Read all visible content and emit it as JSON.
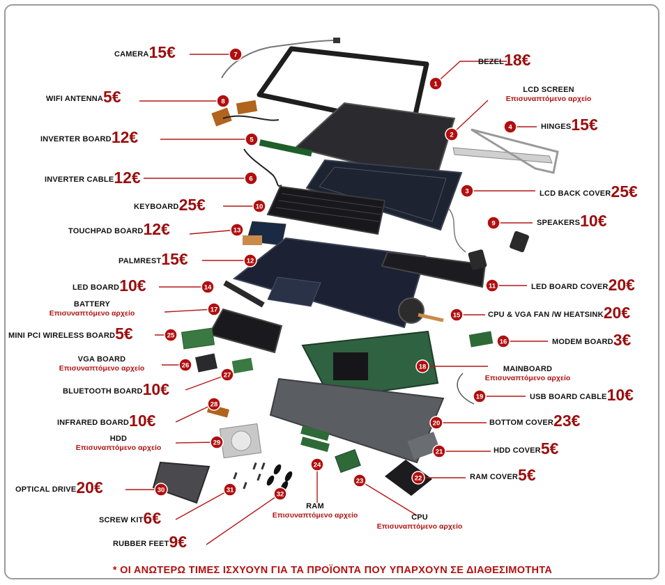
{
  "footer": "* ΟΙ ΑΝΩΤΕΡΩ ΤΙΜΕΣ ΙΣΧΥΟΥΝ ΓΙΑ ΤΑ ΠΡΟΪΟΝΤΑ ΠΟΥ ΥΠΑΡΧΟΥΝ ΣΕ ΔΙΑΘΕΣΙΜΟΤΗΤΑ",
  "colors": {
    "accent": "#9b0d0d",
    "marker": "#b00f0f",
    "line": "#b31515",
    "text": "#111111"
  },
  "parts": [
    {
      "num": "1",
      "name": "BEZEL",
      "price": "18€"
    },
    {
      "num": "2",
      "name": "LCD SCREEN",
      "note": "Επισυναπτόμενο αρχείο"
    },
    {
      "num": "3",
      "name": "LCD BACK COVER",
      "price": "25€"
    },
    {
      "num": "4",
      "name": "HINGES",
      "price": "15€"
    },
    {
      "num": "5",
      "name": "INVERTER BOARD",
      "price": "12€"
    },
    {
      "num": "6",
      "name": "INVERTER CABLE",
      "price": "12€"
    },
    {
      "num": "7",
      "name": "CAMERA",
      "price": "15€"
    },
    {
      "num": "8",
      "name": "WIFI ANTENNA",
      "price": "5€"
    },
    {
      "num": "9",
      "name": "SPEAKERS",
      "price": "10€"
    },
    {
      "num": "10",
      "name": "KEYBOARD",
      "price": "25€"
    },
    {
      "num": "11",
      "name": "LED BOARD COVER",
      "price": "20€"
    },
    {
      "num": "12",
      "name": "PALMREST",
      "price": "15€"
    },
    {
      "num": "13",
      "name": "TOUCHPAD BOARD",
      "price": "12€"
    },
    {
      "num": "14",
      "name": "LED BOARD",
      "price": "10€"
    },
    {
      "num": "15",
      "name": "CPU & VGA FAN /W HEATSINK",
      "price": "20€"
    },
    {
      "num": "16",
      "name": "MODEM BOARD",
      "price": "3€"
    },
    {
      "num": "17",
      "name": "BATTERY",
      "note": "Επισυναπτόμενο αρχείο"
    },
    {
      "num": "18",
      "name": "MAINBOARD",
      "note": "Επισυναπτόμενο αρχείο"
    },
    {
      "num": "19",
      "name": "USB BOARD CABLE",
      "price": "10€"
    },
    {
      "num": "20",
      "name": "BOTTOM COVER",
      "price": "23€"
    },
    {
      "num": "21",
      "name": "HDD COVER",
      "price": "5€"
    },
    {
      "num": "22",
      "name": "RAM COVER",
      "price": "5€"
    },
    {
      "num": "23",
      "name": "CPU",
      "note": "Επισυναπτόμενο αρχείο"
    },
    {
      "num": "24",
      "name": "RAM",
      "note": "Επισυναπτόμενο αρχείο"
    },
    {
      "num": "25",
      "name": "MINI PCI WIRELESS BOARD",
      "price": "5€"
    },
    {
      "num": "26",
      "name": "VGA BOARD",
      "note": "Επισυναπτόμενο αρχείο"
    },
    {
      "num": "27",
      "name": "BLUETOOTH BOARD",
      "price": "10€"
    },
    {
      "num": "28",
      "name": "INFRARED BOARD",
      "price": "10€"
    },
    {
      "num": "29",
      "name": "HDD",
      "note": "Επισυναπτόμενο αρχείο"
    },
    {
      "num": "30",
      "name": "OPTICAL DRIVE",
      "price": "20€"
    },
    {
      "num": "31",
      "name": "SCREW KIT",
      "price": "6€"
    },
    {
      "num": "32",
      "name": "RUBBER FEET",
      "price": "9€"
    }
  ]
}
